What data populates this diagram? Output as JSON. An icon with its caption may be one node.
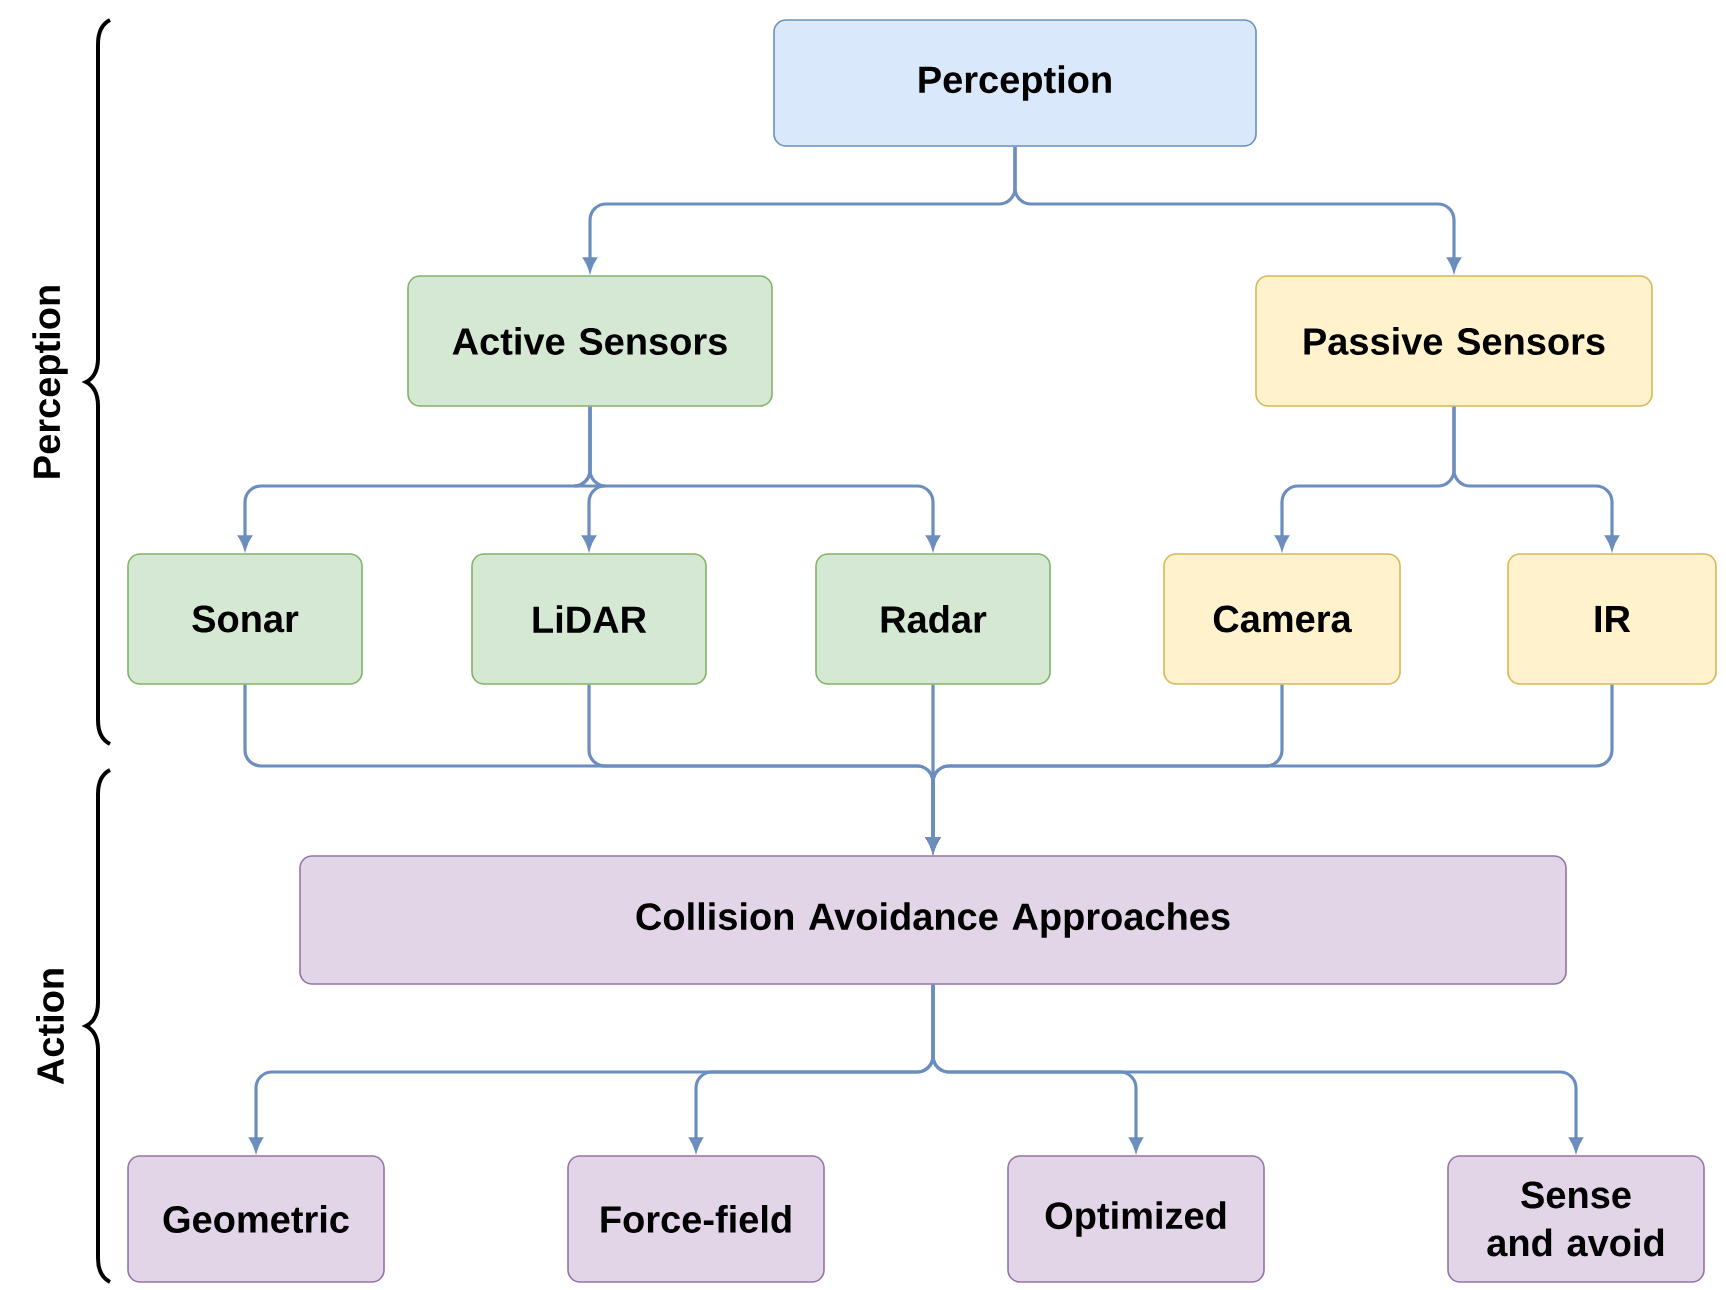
{
  "diagram": {
    "nodes": [
      {
        "text": [
          "Perception"
        ]
      },
      {
        "text": [
          "Active Sensors"
        ]
      },
      {
        "text": [
          "Passive Sensors"
        ]
      },
      {
        "text": [
          "Sonar"
        ]
      },
      {
        "text": [
          "LiDAR"
        ]
      },
      {
        "text": [
          "Radar"
        ]
      },
      {
        "text": [
          "Camera"
        ]
      },
      {
        "text": [
          "IR"
        ]
      },
      {
        "text": [
          "Collision Avoidance Approaches"
        ]
      },
      {
        "text": [
          "Geometric"
        ]
      },
      {
        "text": [
          "Force-field"
        ]
      },
      {
        "text": [
          "Optimized"
        ]
      },
      {
        "text": [
          "Sense and avoid"
        ]
      }
    ],
    "edges": [
      {
        "from": 0,
        "to": 1,
        "arrow": "to"
      },
      {
        "from": 0,
        "to": 2,
        "arrow": "to"
      },
      {
        "from": 1,
        "to": 3,
        "arrow": "to"
      },
      {
        "from": 1,
        "to": 4,
        "arrow": "to"
      },
      {
        "from": 1,
        "to": 5,
        "arrow": "to"
      },
      {
        "from": 2,
        "to": 6,
        "arrow": "to"
      },
      {
        "from": 2,
        "to": 7,
        "arrow": "to"
      },
      {
        "from": 3,
        "to": 8,
        "arrow": "to"
      },
      {
        "from": 4,
        "to": 8,
        "arrow": "to"
      },
      {
        "from": 5,
        "to": 8,
        "arrow": "to"
      },
      {
        "from": 6,
        "to": 8,
        "arrow": "to"
      },
      {
        "from": 7,
        "to": 8,
        "arrow": "to"
      },
      {
        "from": 8,
        "to": 9,
        "arrow": "to"
      },
      {
        "from": 8,
        "to": 10,
        "arrow": "to"
      },
      {
        "from": 8,
        "to": 11,
        "arrow": "to"
      },
      {
        "from": 8,
        "to": 12,
        "arrow": "to"
      }
    ],
    "labels": [
      "Perception",
      "Action"
    ]
  }
}
